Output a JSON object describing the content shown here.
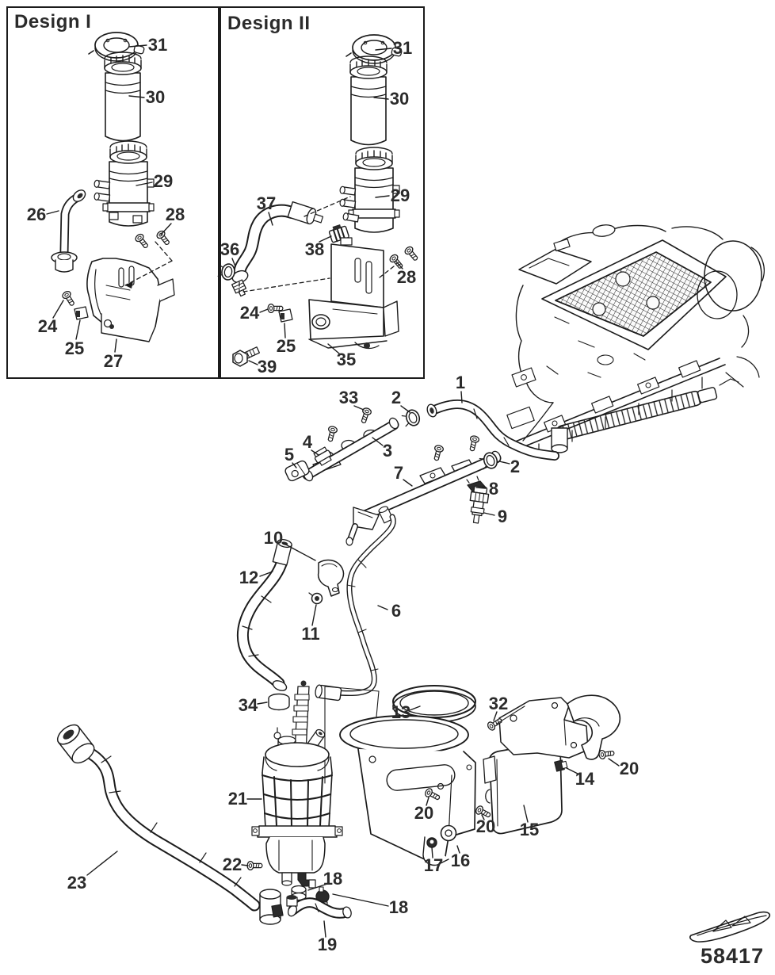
{
  "diagram": {
    "panels": [
      {
        "label": "Design I"
      },
      {
        "label": "Design II"
      }
    ],
    "part_number": "58417",
    "logo_icon": "mercury-boat-hull",
    "line_color": "#1c1c1c",
    "label_color": "#2b2b2b",
    "callouts": [
      {
        "id": "design1-31",
        "label": "31"
      },
      {
        "id": "design1-30",
        "label": "30"
      },
      {
        "id": "design1-29",
        "label": "29"
      },
      {
        "id": "design1-26",
        "label": "26"
      },
      {
        "id": "design1-28",
        "label": "28"
      },
      {
        "id": "design1-24",
        "label": "24"
      },
      {
        "id": "design1-25",
        "label": "25"
      },
      {
        "id": "design1-27",
        "label": "27"
      },
      {
        "id": "design2-31",
        "label": "31"
      },
      {
        "id": "design2-30",
        "label": "30"
      },
      {
        "id": "design2-37",
        "label": "37"
      },
      {
        "id": "design2-29",
        "label": "29"
      },
      {
        "id": "design2-36",
        "label": "36"
      },
      {
        "id": "design2-38",
        "label": "38"
      },
      {
        "id": "design2-28",
        "label": "28"
      },
      {
        "id": "design2-24",
        "label": "24"
      },
      {
        "id": "design2-25",
        "label": "25"
      },
      {
        "id": "design2-35",
        "label": "35"
      },
      {
        "id": "design2-39",
        "label": "39"
      },
      {
        "id": "main-33",
        "label": "33"
      },
      {
        "id": "main-2-upper",
        "label": "2"
      },
      {
        "id": "main-1",
        "label": "1"
      },
      {
        "id": "main-4",
        "label": "4"
      },
      {
        "id": "main-5",
        "label": "5"
      },
      {
        "id": "main-3",
        "label": "3"
      },
      {
        "id": "main-7",
        "label": "7"
      },
      {
        "id": "main-2-lower",
        "label": "2"
      },
      {
        "id": "main-8",
        "label": "8"
      },
      {
        "id": "main-9",
        "label": "9"
      },
      {
        "id": "main-10",
        "label": "10"
      },
      {
        "id": "main-12",
        "label": "12"
      },
      {
        "id": "main-11",
        "label": "11"
      },
      {
        "id": "main-6",
        "label": "6"
      },
      {
        "id": "main-34",
        "label": "34"
      },
      {
        "id": "main-13",
        "label": "13"
      },
      {
        "id": "main-32",
        "label": "32"
      },
      {
        "id": "main-20-right",
        "label": "20"
      },
      {
        "id": "main-14",
        "label": "14"
      },
      {
        "id": "main-20-left",
        "label": "20"
      },
      {
        "id": "main-20-mid",
        "label": "20"
      },
      {
        "id": "main-15",
        "label": "15"
      },
      {
        "id": "main-16",
        "label": "16"
      },
      {
        "id": "main-17",
        "label": "17"
      },
      {
        "id": "main-21",
        "label": "21"
      },
      {
        "id": "main-22",
        "label": "22"
      },
      {
        "id": "main-23",
        "label": "23"
      },
      {
        "id": "main-18-upper",
        "label": "18"
      },
      {
        "id": "main-18-lower",
        "label": "18"
      },
      {
        "id": "main-19",
        "label": "19"
      }
    ]
  }
}
